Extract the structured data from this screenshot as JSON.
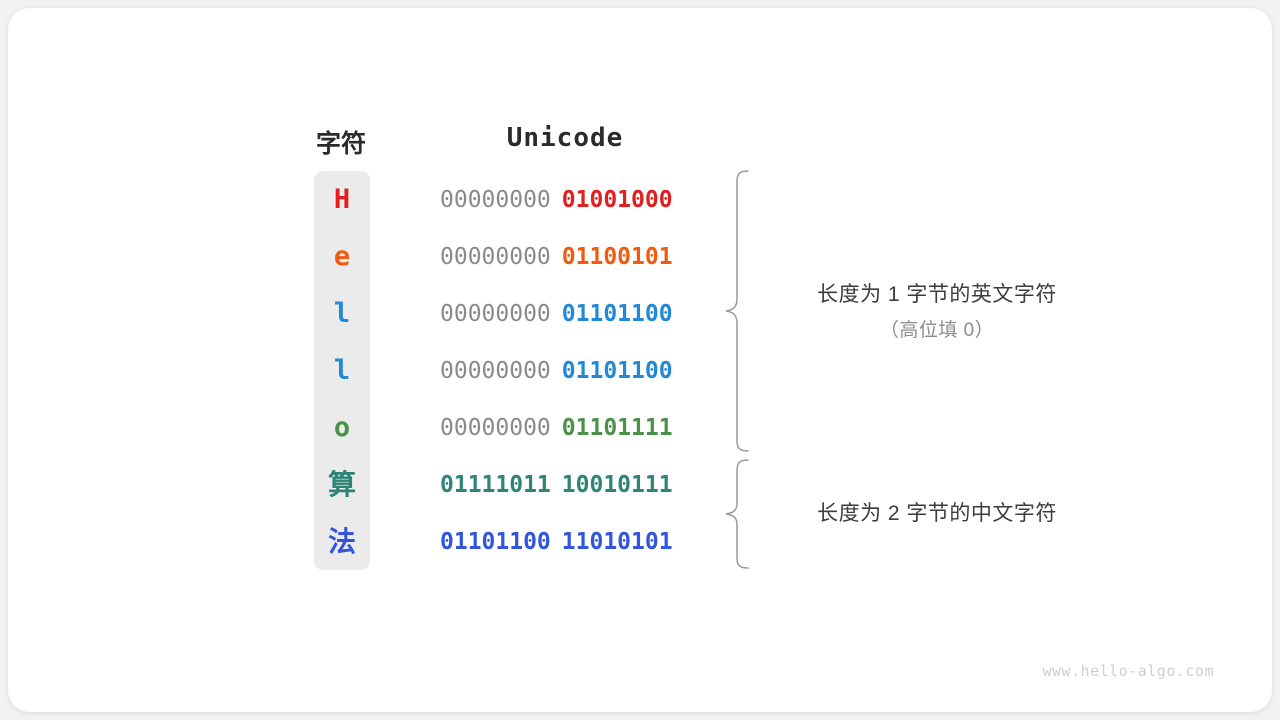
{
  "watermark": "www.hello-algo.com",
  "headers": {
    "character": "字符",
    "unicode": "Unicode"
  },
  "colors": {
    "red": "#e01f1f",
    "orange": "#f05a11",
    "blue": "#2389d6",
    "green": "#4a9149",
    "teal": "#2e8476",
    "indigo": "#3355dd",
    "gray_hi_bits": "#8a8a8a",
    "column_bg": "#ebebeb",
    "annotation_main": "#3c3c3c",
    "annotation_sub": "#8c8c8c",
    "brace": "#9a9a9a",
    "watermark": "#cfcfcf"
  },
  "rows": [
    {
      "char": "H",
      "script": "latin",
      "high_byte": "00000000",
      "low_byte": "01001000",
      "color": "#e01f1f",
      "high_bold": false
    },
    {
      "char": "e",
      "script": "latin",
      "high_byte": "00000000",
      "low_byte": "01100101",
      "color": "#f05a11",
      "high_bold": false
    },
    {
      "char": "l",
      "script": "latin",
      "high_byte": "00000000",
      "low_byte": "01101100",
      "color": "#2389d6",
      "high_bold": false
    },
    {
      "char": "l",
      "script": "latin",
      "high_byte": "00000000",
      "low_byte": "01101100",
      "color": "#2389d6",
      "high_bold": false
    },
    {
      "char": "o",
      "script": "latin",
      "high_byte": "00000000",
      "low_byte": "01101111",
      "color": "#4a9149",
      "high_bold": false
    },
    {
      "char": "算",
      "script": "cjk",
      "high_byte": "01111011",
      "low_byte": "10010111",
      "color": "#2e8476",
      "high_bold": true
    },
    {
      "char": "法",
      "script": "cjk",
      "high_byte": "01101100",
      "low_byte": "11010101",
      "color": "#3355dd",
      "high_bold": true
    }
  ],
  "annotations": [
    {
      "main": "长度为 1 字节的英文字符",
      "sub": "（高位填 0）"
    },
    {
      "main": "长度为 2 字节的中文字符",
      "sub": ""
    }
  ]
}
